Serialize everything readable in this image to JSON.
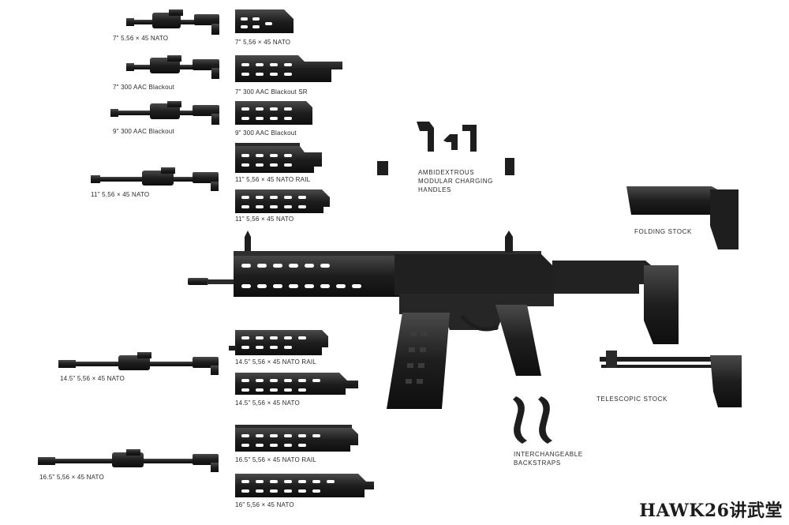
{
  "barrels": [
    {
      "id": "b7-556",
      "label": "7\" 5,56 × 45 NATO"
    },
    {
      "id": "b7-300",
      "label": "7\" 300 AAC Blackout"
    },
    {
      "id": "b9-300",
      "label": "9\" 300 AAC Blackout"
    },
    {
      "id": "b11-556",
      "label": "11\" 5,56 × 45 NATO"
    },
    {
      "id": "b14-556",
      "label": "14.5\" 5,56 × 45 NATO"
    },
    {
      "id": "b16-556",
      "label": "16.5\" 5,56 × 45 NATO"
    }
  ],
  "handguards": [
    {
      "id": "h7-556",
      "label": "7\" 5,56 × 45 NATO"
    },
    {
      "id": "h7-300sr",
      "label": "7\" 300 AAC Blackout SR"
    },
    {
      "id": "h9-300",
      "label": "9\" 300 AAC Blackout"
    },
    {
      "id": "h11-rail",
      "label": "11\" 5,56 × 45 NATO RAIL"
    },
    {
      "id": "h11-556",
      "label": "11\" 5,56 × 45 NATO"
    },
    {
      "id": "h14-rail",
      "label": "14.5\" 5,56 × 45 NATO RAIL"
    },
    {
      "id": "h14-556",
      "label": "14.5\" 5,56 × 45 NATO"
    },
    {
      "id": "h16-rail",
      "label": "16.5\" 5,56 × 45 NATO RAIL"
    },
    {
      "id": "h16-556",
      "label": "16\" 5,56 × 45 NATO"
    }
  ],
  "accessories": {
    "charging_handles": "AMBIDEXTROUS MODULAR CHARGING HANDLES",
    "folding_stock": "FOLDING STOCK",
    "telescopic_stock": "TELESCOPIC STOCK",
    "backstraps": "INTERCHANGEABLE BACKSTRAPS"
  },
  "watermark": "HAWK26讲武堂",
  "colors": {
    "metal": "#1e1e1e",
    "metal_light": "#3a3a3a",
    "text": "#2a2a2a",
    "background": "#ffffff"
  }
}
